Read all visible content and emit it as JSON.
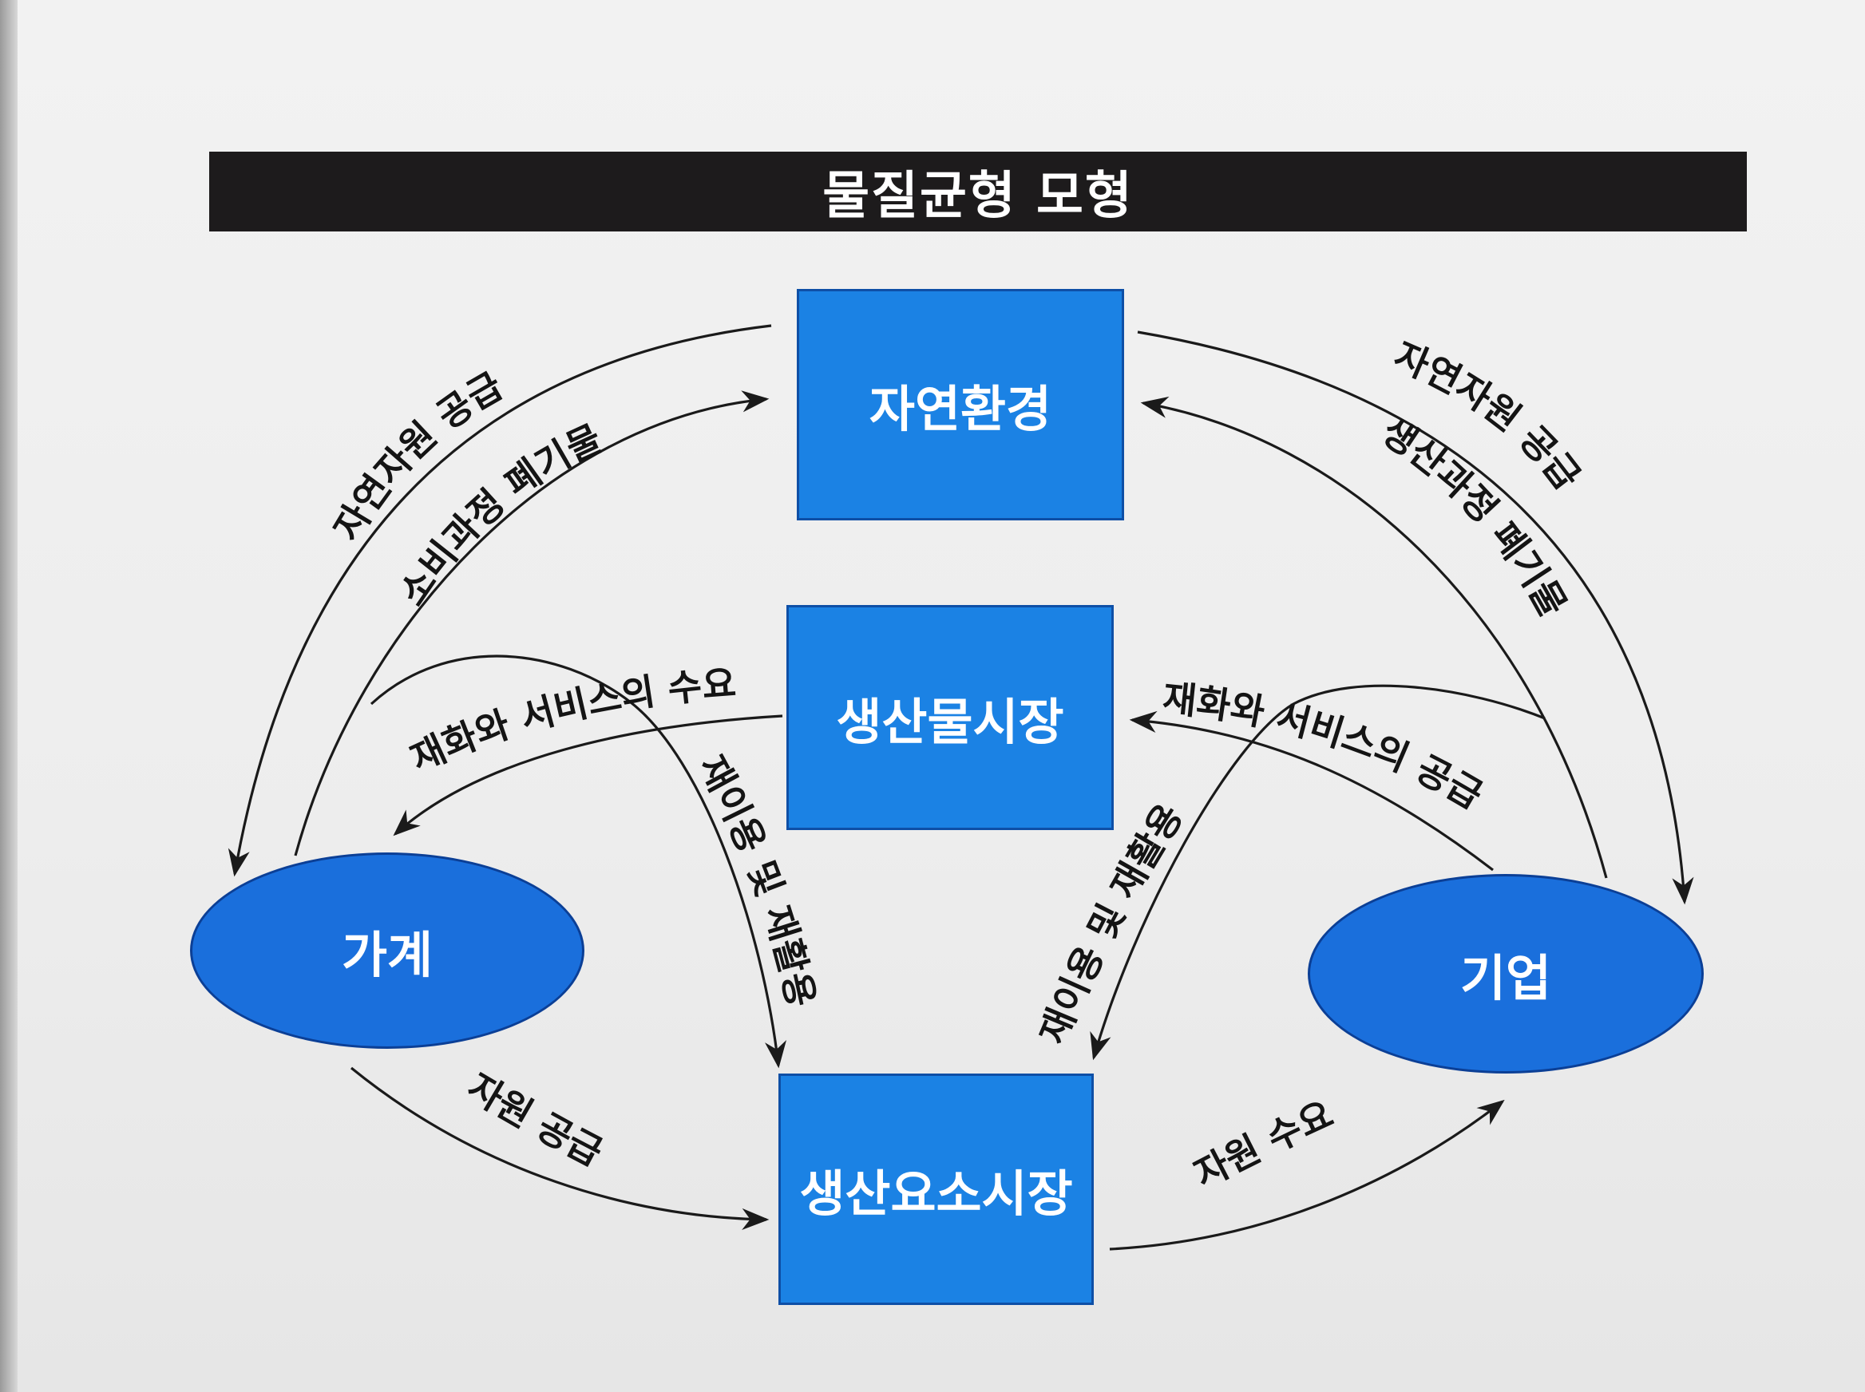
{
  "title": "물질균형 모형",
  "nodes": {
    "environment": "자연환경",
    "product_market": "생산물시장",
    "factor_market": "생산요소시장",
    "household": "가계",
    "firm": "기업"
  },
  "flows": {
    "env_supply_left": "자연자원 공급",
    "consumption_waste": "소비과정 폐기물",
    "env_supply_right": "자연자원 공급",
    "production_waste": "생산과정 폐기물",
    "goods_demand": "재화와 서비스의 수요",
    "goods_supply": "재화와 서비스의 공급",
    "reuse_recycle_left": "재이용 및 재활용",
    "reuse_recycle_right": "재이용 및 재활용",
    "resource_supply": "자원 공급",
    "resource_demand": "자원 수요"
  }
}
